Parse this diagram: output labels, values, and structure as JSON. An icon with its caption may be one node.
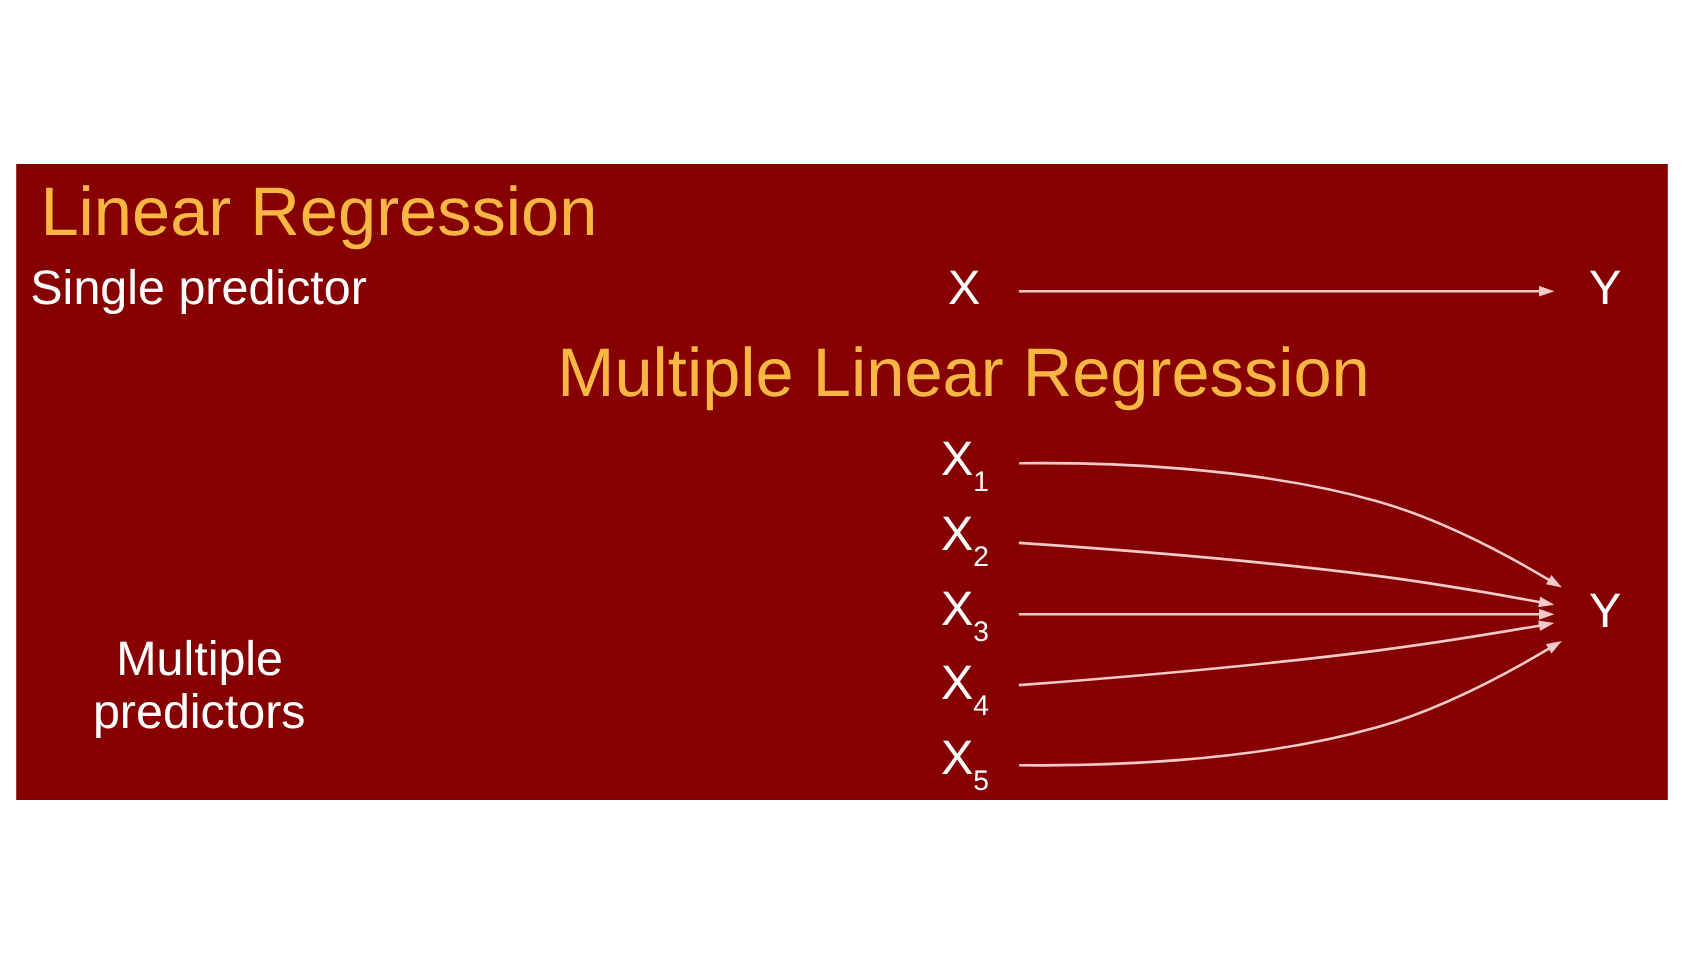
{
  "diagram": {
    "title": "Linear Regression",
    "nodes": [
      {
        "text": [
          "X"
        ]
      },
      {
        "text": [
          "Y"
        ]
      },
      {
        "text": [
          "X$_{1}$"
        ]
      },
      {
        "text": [
          "X$_{2}$"
        ]
      },
      {
        "text": [
          "X$_{3}$"
        ]
      },
      {
        "text": [
          "X$_{4}$"
        ]
      },
      {
        "text": [
          "X$_{5}$"
        ]
      },
      {
        "text": [
          "Y"
        ]
      }
    ],
    "edges": [
      {
        "from": 0,
        "to": 1,
        "arrow": "to"
      },
      {
        "from": 2,
        "to": 7,
        "arrow": "to"
      },
      {
        "from": 3,
        "to": 7,
        "arrow": "to"
      },
      {
        "from": 4,
        "to": 7,
        "arrow": "to"
      },
      {
        "from": 5,
        "to": 7,
        "arrow": "to"
      },
      {
        "from": 6,
        "to": 7,
        "arrow": "to"
      }
    ],
    "labels": [
      "Single predictor",
      "Multiple Linear Regression",
      "Multiple predictors"
    ]
  }
}
